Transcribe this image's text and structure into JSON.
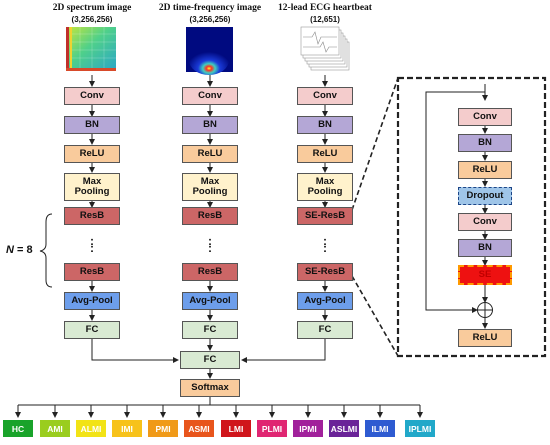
{
  "inputs": [
    {
      "title": "2D spectrum image",
      "shape": "(3,256,256)"
    },
    {
      "title": "2D time-frequency image",
      "shape": "(3,256,256)"
    },
    {
      "title": "12-lead ECG heartbeat",
      "shape": "(12,651)"
    }
  ],
  "branches": [
    {
      "conv": "Conv",
      "bn": "BN",
      "relu": "ReLU",
      "pool": "Max Pooling",
      "res_top": "ResB",
      "res_bottom": "ResB",
      "avg": "Avg-Pool",
      "fc": "FC"
    },
    {
      "conv": "Conv",
      "bn": "BN",
      "relu": "ReLU",
      "pool": "Max Pooling",
      "res_top": "ResB",
      "res_bottom": "ResB",
      "avg": "Avg-Pool",
      "fc": "FC"
    },
    {
      "conv": "Conv",
      "bn": "BN",
      "relu": "ReLU",
      "pool": "Max Pooling",
      "res_top": "SE-ResB",
      "res_bottom": "SE-ResB",
      "avg": "Avg-Pool",
      "fc": "FC"
    }
  ],
  "n_label": {
    "symbol": "N",
    "value": "= 8"
  },
  "dots": ":",
  "merge": {
    "fc": "FC",
    "softmax": "Softmax"
  },
  "se_block": {
    "conv1": "Conv",
    "bn1": "BN",
    "relu1": "ReLU",
    "dropout": "Dropout",
    "conv2": "Conv",
    "bn2": "BN",
    "se": "SE",
    "relu_out": "ReLU"
  },
  "classes": [
    {
      "label": "HC",
      "color": "#19a32a"
    },
    {
      "label": "AMI",
      "color": "#9acd1e"
    },
    {
      "label": "ALMI",
      "color": "#f2e316"
    },
    {
      "label": "IMI",
      "color": "#f7c21a"
    },
    {
      "label": "PMI",
      "color": "#f09a18"
    },
    {
      "label": "ASMI",
      "color": "#e8551c"
    },
    {
      "label": "LMI",
      "color": "#d0151b"
    },
    {
      "label": "PLMI",
      "color": "#e02672"
    },
    {
      "label": "IPMI",
      "color": "#a1219b"
    },
    {
      "label": "ASLMI",
      "color": "#6a2398"
    },
    {
      "label": "ILMI",
      "color": "#2e5bd1"
    },
    {
      "label": "IPLMI",
      "color": "#21a8c9"
    }
  ],
  "colors": {
    "conv": "#f4cccc",
    "bn": "#b4a7d6",
    "relu": "#f9cb9c",
    "pool": "#fff2cc",
    "resb": "#cc6666",
    "avg": "#6d9eeb",
    "fc": "#d9ead3",
    "dropout": "#9fc5e8",
    "se": "#ee1111"
  }
}
